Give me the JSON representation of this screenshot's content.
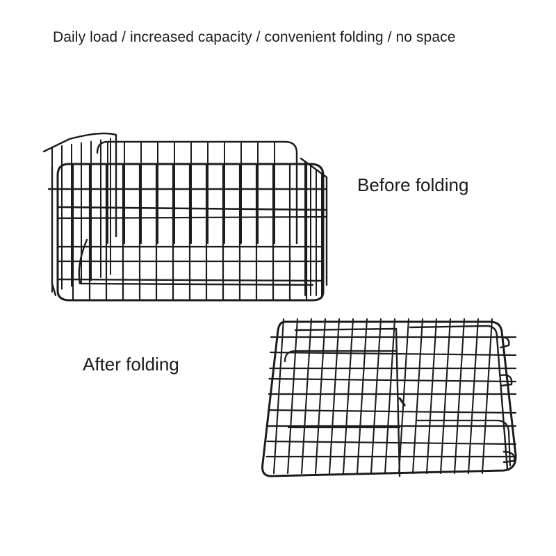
{
  "tagline": "Daily load / increased capacity / convenient folding / no space",
  "labels": {
    "before": "Before folding",
    "after": "After folding"
  },
  "colors": {
    "background": "#ffffff",
    "wire": "#1c1c1c",
    "text": "#1a1a1a"
  }
}
